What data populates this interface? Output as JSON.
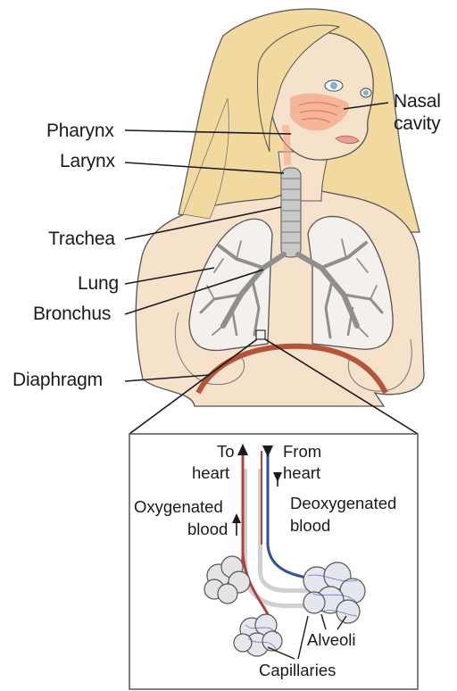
{
  "labels": {
    "nasal_line1": "Nasal",
    "nasal_line2": "cavity",
    "pharynx": "Pharynx",
    "larynx": "Larynx",
    "trachea": "Trachea",
    "lung": "Lung",
    "bronchus": "Bronchus",
    "diaphragm": "Diaphragm"
  },
  "inset": {
    "to_line1": "To",
    "to_line2": "heart",
    "from_line1": "From",
    "from_line2": "heart",
    "oxy_line1": "Oxygenated",
    "oxy_line2": "blood",
    "deoxy_line1": "Deoxygenated",
    "deoxy_line2": "blood",
    "alveoli": "Alveoli",
    "capillaries": "Capillaries"
  },
  "colors": {
    "skin": "#f6e1cb",
    "hair": "#f1d9a0",
    "lung_fill": "#f4f1ec",
    "airway": "#bfbfbf",
    "diaphragm": "#b4553a",
    "oxygenated": "#b0413e",
    "deoxygenated": "#2f4fa0",
    "nasal": "#f4a58a"
  }
}
